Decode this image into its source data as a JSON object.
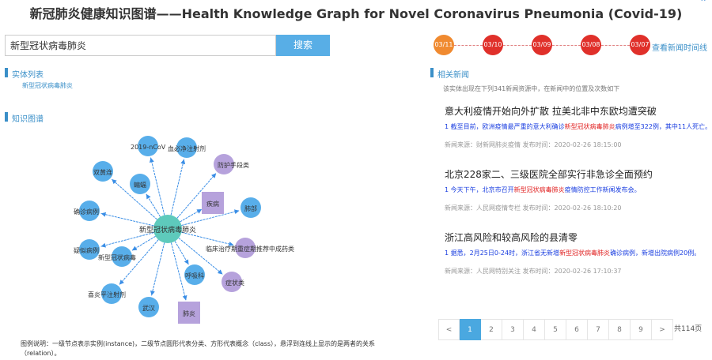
{
  "title": "新冠肺炎健康知识图谱——Health Knowledge Graph for Novel Coronavirus Pneumonia (Covid-19)",
  "corner_icon": "expand-icon",
  "search": {
    "value": "新型冠状病毒肺炎",
    "button": "搜索"
  },
  "left": {
    "entity_list_title": "实体列表",
    "entity": "新型冠状病毒肺炎",
    "graph_title": "知识图谱",
    "note": "图例说明：一级节点表示实例(instance)，二级节点圆形代表分类、方形代表概念（class），悬浮到连线上显示的是两者的关系（relation）。"
  },
  "graph": {
    "center": "新型冠状病毒肺炎",
    "colors": {
      "center": "#5ecabc",
      "instance": "#58aeea",
      "category": "#b6a2dc",
      "edge": "#3a8ee6"
    },
    "nodes": [
      {
        "label": "2019-nCoV",
        "kind": "instance"
      },
      {
        "label": "血必净注射剂",
        "kind": "instance"
      },
      {
        "label": "防护手段类",
        "kind": "category"
      },
      {
        "label": "疾病",
        "kind": "concept"
      },
      {
        "label": "肺部",
        "kind": "instance"
      },
      {
        "label": "临床治疗期重症期推荐中成药类",
        "kind": "category"
      },
      {
        "label": "症状类",
        "kind": "category"
      },
      {
        "label": "呼吸科",
        "kind": "instance"
      },
      {
        "label": "肺炎",
        "kind": "concept"
      },
      {
        "label": "武汉",
        "kind": "instance"
      },
      {
        "label": "喜炎平注射剂",
        "kind": "instance"
      },
      {
        "label": "新型冠状病毒",
        "kind": "instance"
      },
      {
        "label": "疑似病例",
        "kind": "instance"
      },
      {
        "label": "确诊病例",
        "kind": "instance"
      },
      {
        "label": "双黄连",
        "kind": "instance"
      },
      {
        "label": "蝙蝠",
        "kind": "instance"
      }
    ]
  },
  "timeline": {
    "dates": [
      "03/11",
      "03/10",
      "03/09",
      "03/08",
      "03/07"
    ],
    "active": 0,
    "link": "查看新闻时间线"
  },
  "news": {
    "title": "相关新闻",
    "count_text": "该实体出现在下列341新闻资源中，在新闻中的位置及次数如下",
    "items": [
      {
        "headline": "意大利疫情开始向外扩散 拉美北非中东欧均遭突破",
        "pre": "1        截至目前，欧洲疫情最严重的意大利确诊",
        "hl": "新型冠状病毒肺炎",
        "post": "病例增至322例，其中11人死亡。",
        "meta": "新闻来源：财新网肺炎疫情   发布时间：2020-02-26 18:15:00"
      },
      {
        "headline": "北京228家二、三级医院全部实行非急诊全面预约",
        "pre": "1 今天下午，北京市召开",
        "hl": "新型冠状病毒肺炎",
        "post": "疫情防控工作新闻发布会。",
        "meta": "新闻来源：人民网疫情专栏   发布时间：2020-02-26 18:10:20"
      },
      {
        "headline": "浙江高风险和较高风险的县清零",
        "pre": "1 据悉，2月25日0-24时，浙江省无新增",
        "hl": "新型冠状病毒肺炎",
        "post": "确诊病例，新增出院病例20例。",
        "meta": "新闻来源：人民网特别关注   发布时间：2020-02-26 17:10:37"
      }
    ]
  },
  "pager": {
    "prev": "<",
    "pages": [
      "1",
      "2",
      "3",
      "4",
      "5",
      "6",
      "7",
      "8",
      "9"
    ],
    "next": ">",
    "active": 0,
    "total": "共114页"
  }
}
